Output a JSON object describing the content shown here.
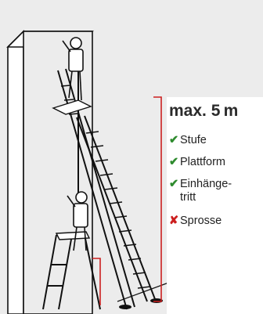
{
  "title": "max. 5 m",
  "options": [
    {
      "label": "Stufe",
      "allowed": true
    },
    {
      "label": "Plattform",
      "allowed": true
    },
    {
      "label": "Einhänge-",
      "label_cont": "tritt",
      "allowed": true
    },
    {
      "label": "Sprosse",
      "allowed": false
    }
  ],
  "marks": {
    "allowed": "✔",
    "not_allowed": "✘"
  },
  "colors": {
    "background": "#ececec",
    "panel": "#ffffff",
    "accent": "#cc1f1f",
    "check": "#2e8b2e"
  }
}
